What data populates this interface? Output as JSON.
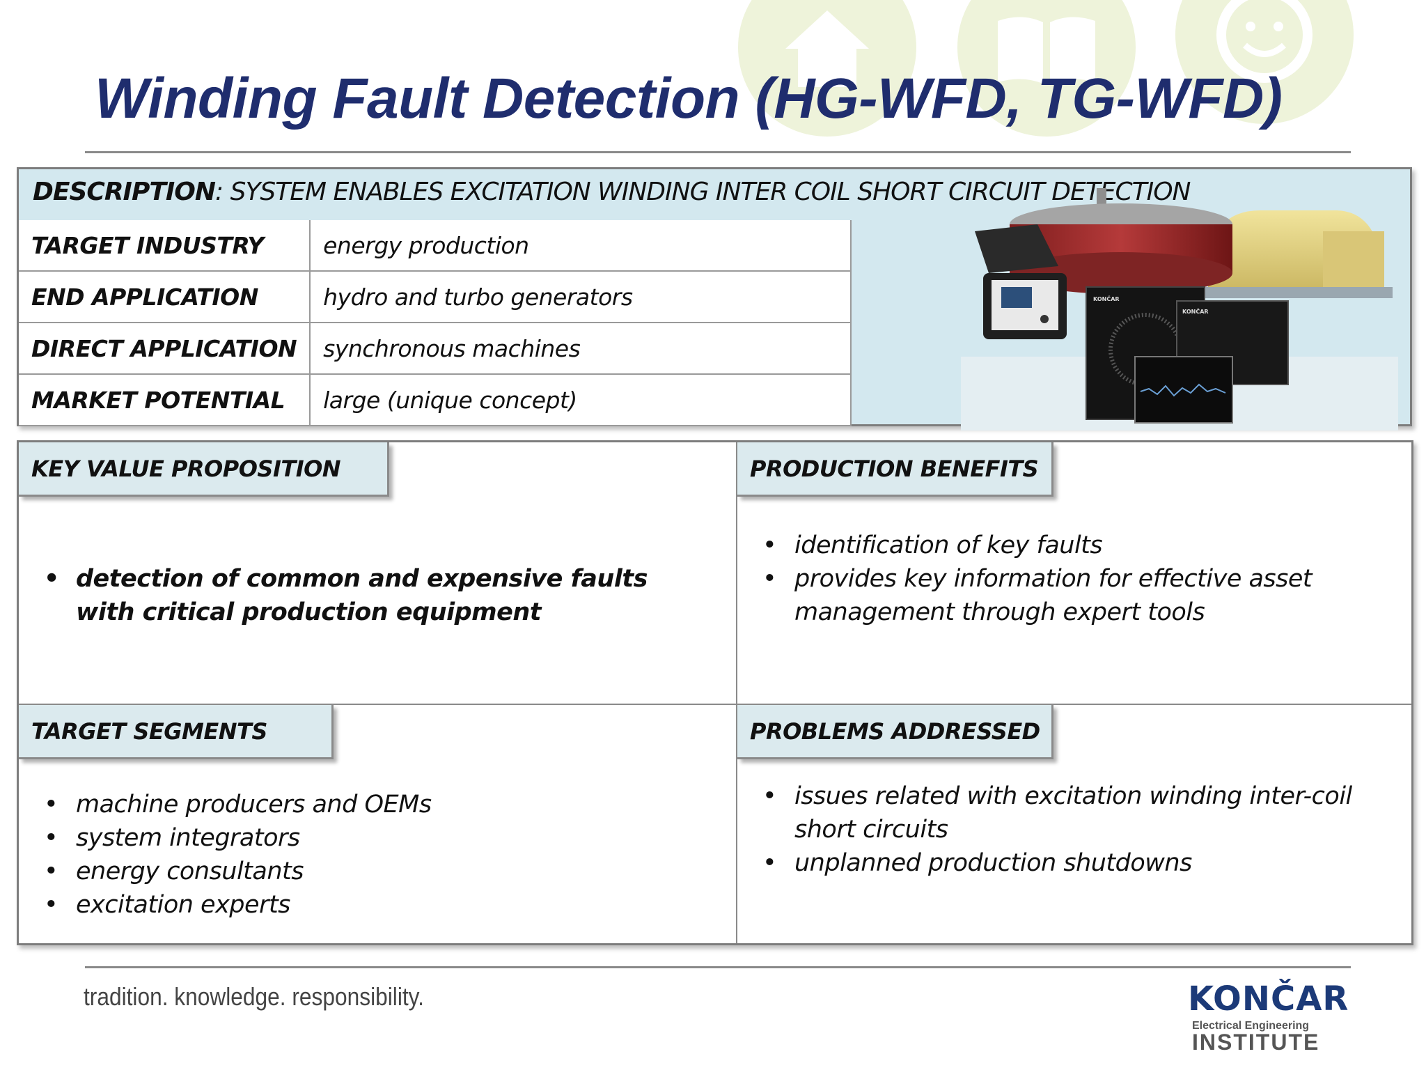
{
  "title": "Winding Fault Detection (HG-WFD, TG-WFD)",
  "description": {
    "label": "DESCRIPTION",
    "text": ": SYSTEM ENABLES EXCITATION WINDING INTER COIL SHORT CIRCUIT DETECTION"
  },
  "info_rows": [
    {
      "key": "TARGET INDUSTRY",
      "value": "energy production"
    },
    {
      "key": "END APPLICATION",
      "value": "hydro and turbo generators"
    },
    {
      "key": "DIRECT APPLICATION",
      "value": "synchronous machines"
    },
    {
      "key": "MARKET POTENTIAL",
      "value": "large (unique concept)"
    }
  ],
  "sections": {
    "key_value": {
      "heading": "KEY VALUE PROPOSITION",
      "items": [
        "detection of common and expensive faults with critical production equipment"
      ]
    },
    "production_benefits": {
      "heading": "PRODUCTION BENEFITS",
      "items": [
        "identification of key faults",
        "provides key information for effective asset management through expert tools"
      ]
    },
    "target_segments": {
      "heading": "TARGET SEGMENTS",
      "items": [
        "machine producers and OEMs",
        "system integrators",
        "energy consultants",
        "excitation experts"
      ]
    },
    "problems_addressed": {
      "heading": "PROBLEMS ADDRESSED",
      "items": [
        "issues related with excitation winding inter-coil short circuits",
        "unplanned production shutdowns"
      ]
    }
  },
  "footer": {
    "tagline": "tradition. knowledge. responsibility.",
    "logo_name": "KONČAR",
    "logo_sub": "Electrical Engineering",
    "logo_inst": "INSTITUTE"
  },
  "device_screen_text": "KONČAR",
  "colors": {
    "title": "#1f2d6e",
    "panel_bg": "#d3e8ef",
    "tab_bg": "#dbeaee",
    "logo": "#1c3a78",
    "bg_icons": "#e8efcf"
  },
  "icons": [
    "home-icon",
    "book-icon",
    "smiley-icon"
  ]
}
